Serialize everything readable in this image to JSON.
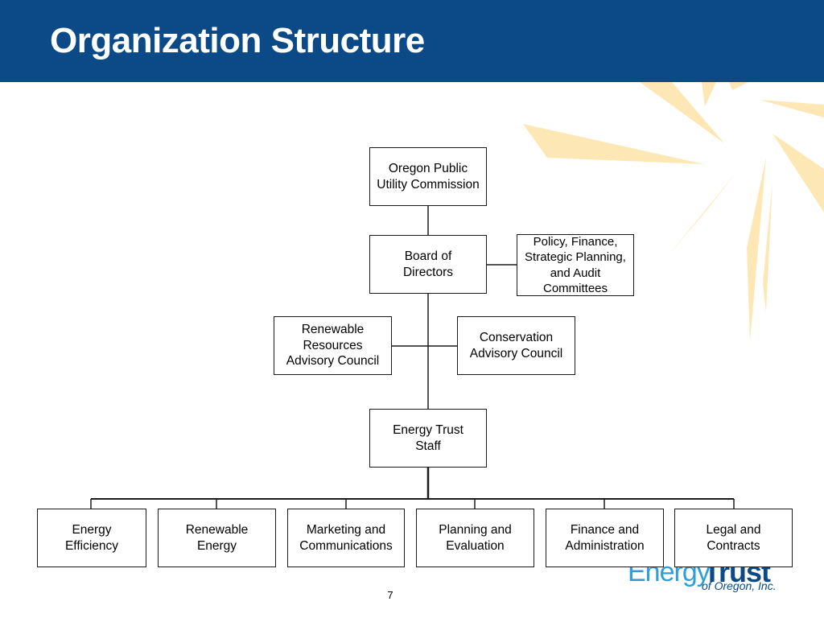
{
  "slide": {
    "title": "Organization Structure",
    "page_number": "7",
    "colors": {
      "header": "#0b4a87",
      "rays": "#fde7b4",
      "box_border": "#1a1a1a"
    }
  },
  "org_chart": {
    "opuc": {
      "label": "Oregon Public Utility Commission"
    },
    "board": {
      "label": "Board of Directors"
    },
    "committees": {
      "label": "Policy, Finance, Strategic Planning, and Audit Committees"
    },
    "renewable_council": {
      "label": "Renewable Resources Advisory Council"
    },
    "conservation_council": {
      "label": "Conservation Advisory Council"
    },
    "staff": {
      "label": "Energy Trust Staff"
    },
    "departments": [
      {
        "label": "Energy Efficiency"
      },
      {
        "label": "Renewable Energy"
      },
      {
        "label": "Marketing and Communications"
      },
      {
        "label": "Planning and Evaluation"
      },
      {
        "label": "Finance and Administration"
      },
      {
        "label": "Legal and Contracts"
      }
    ]
  },
  "logo": {
    "word1": "Energy",
    "word2": "Trust",
    "subtitle": "of Oregon, Inc.",
    "icon": "sun-rays-icon"
  }
}
